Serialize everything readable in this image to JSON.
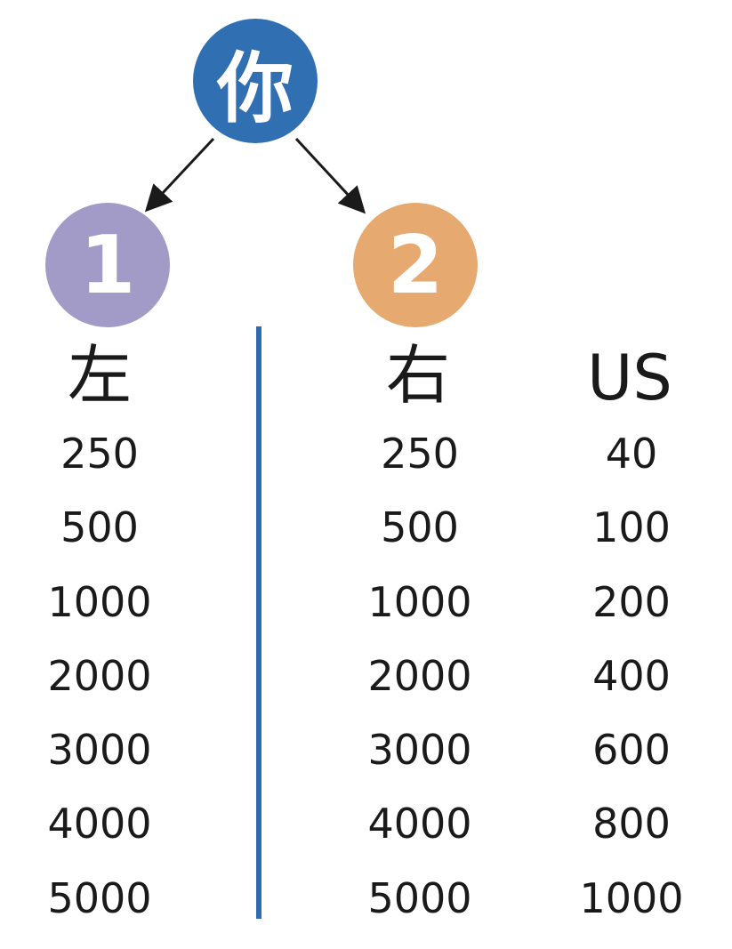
{
  "root": {
    "label": "你",
    "color": "#2f6fb2"
  },
  "branches": [
    {
      "label": "1",
      "color": "#a29bc8"
    },
    {
      "label": "2",
      "color": "#e6a96f"
    }
  ],
  "divider_color": "#2e6bb0",
  "columns": [
    {
      "header": "左",
      "values": [
        "250",
        "500",
        "1000",
        "2000",
        "3000",
        "4000",
        "5000"
      ]
    },
    {
      "header": "右",
      "values": [
        "250",
        "500",
        "1000",
        "2000",
        "3000",
        "4000",
        "5000"
      ]
    },
    {
      "header": "US",
      "values": [
        "40",
        "100",
        "200",
        "400",
        "600",
        "800",
        "1000"
      ]
    }
  ]
}
